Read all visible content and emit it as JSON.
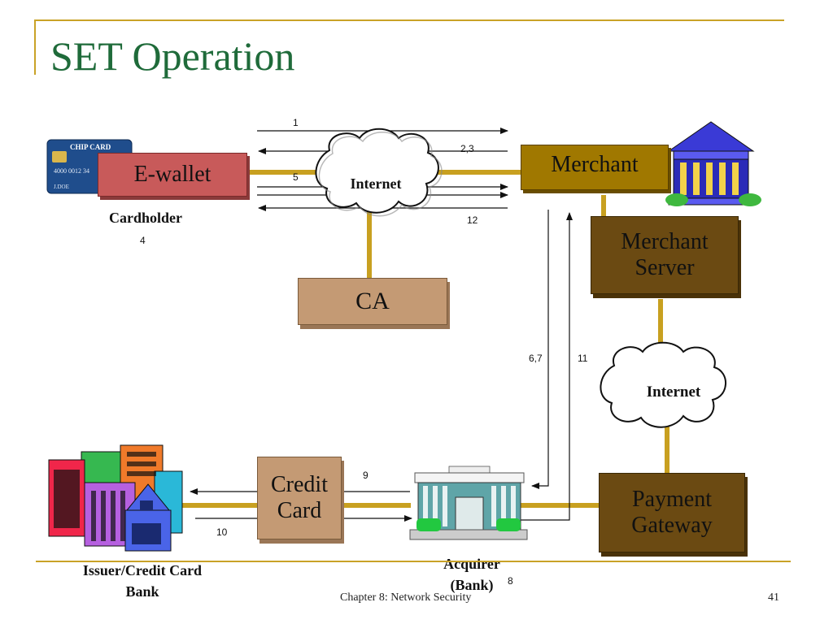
{
  "slide": {
    "title": "SET Operation",
    "footer_text": "Chapter 8: Network Security",
    "page_number": "41"
  },
  "nodes": {
    "ewallet": "E-wallet",
    "merchant": "Merchant",
    "merchant_server_line1": "Merchant",
    "merchant_server_line2": "Server",
    "ca": "CA",
    "internet_top": "Internet",
    "internet_right": "Internet",
    "payment_gateway_line1": "Payment",
    "payment_gateway_line2": "Gateway",
    "credit_card_line1": "Credit",
    "credit_card_line2": "Card"
  },
  "labels": {
    "cardholder": "Cardholder",
    "issuer_line1": "Issuer/Credit Card",
    "issuer_line2": "Bank",
    "acquirer_line1": "Acquirer",
    "acquirer_line2": "(Bank)",
    "chip_card_text": "CHIP CARD",
    "chip_card_number": "4000 0012 34",
    "chip_card_name": "J.DOE"
  },
  "steps": {
    "s1": "1",
    "s23": "2,3",
    "s4": "4",
    "s5": "5",
    "s12": "12",
    "s67": "6,7",
    "s11": "11",
    "s9": "9",
    "s10": "10",
    "s8": "8"
  },
  "colors": {
    "title": "#1f6b3a",
    "rule": "#c9a227",
    "connector": "#c8a020",
    "ewallet": "#c85a5a",
    "merchant": "#a07800",
    "merchant_server": "#6b4a12",
    "ca": "#c49a74",
    "credit_card": "#c49a74",
    "payment_gateway": "#6b4a12"
  }
}
